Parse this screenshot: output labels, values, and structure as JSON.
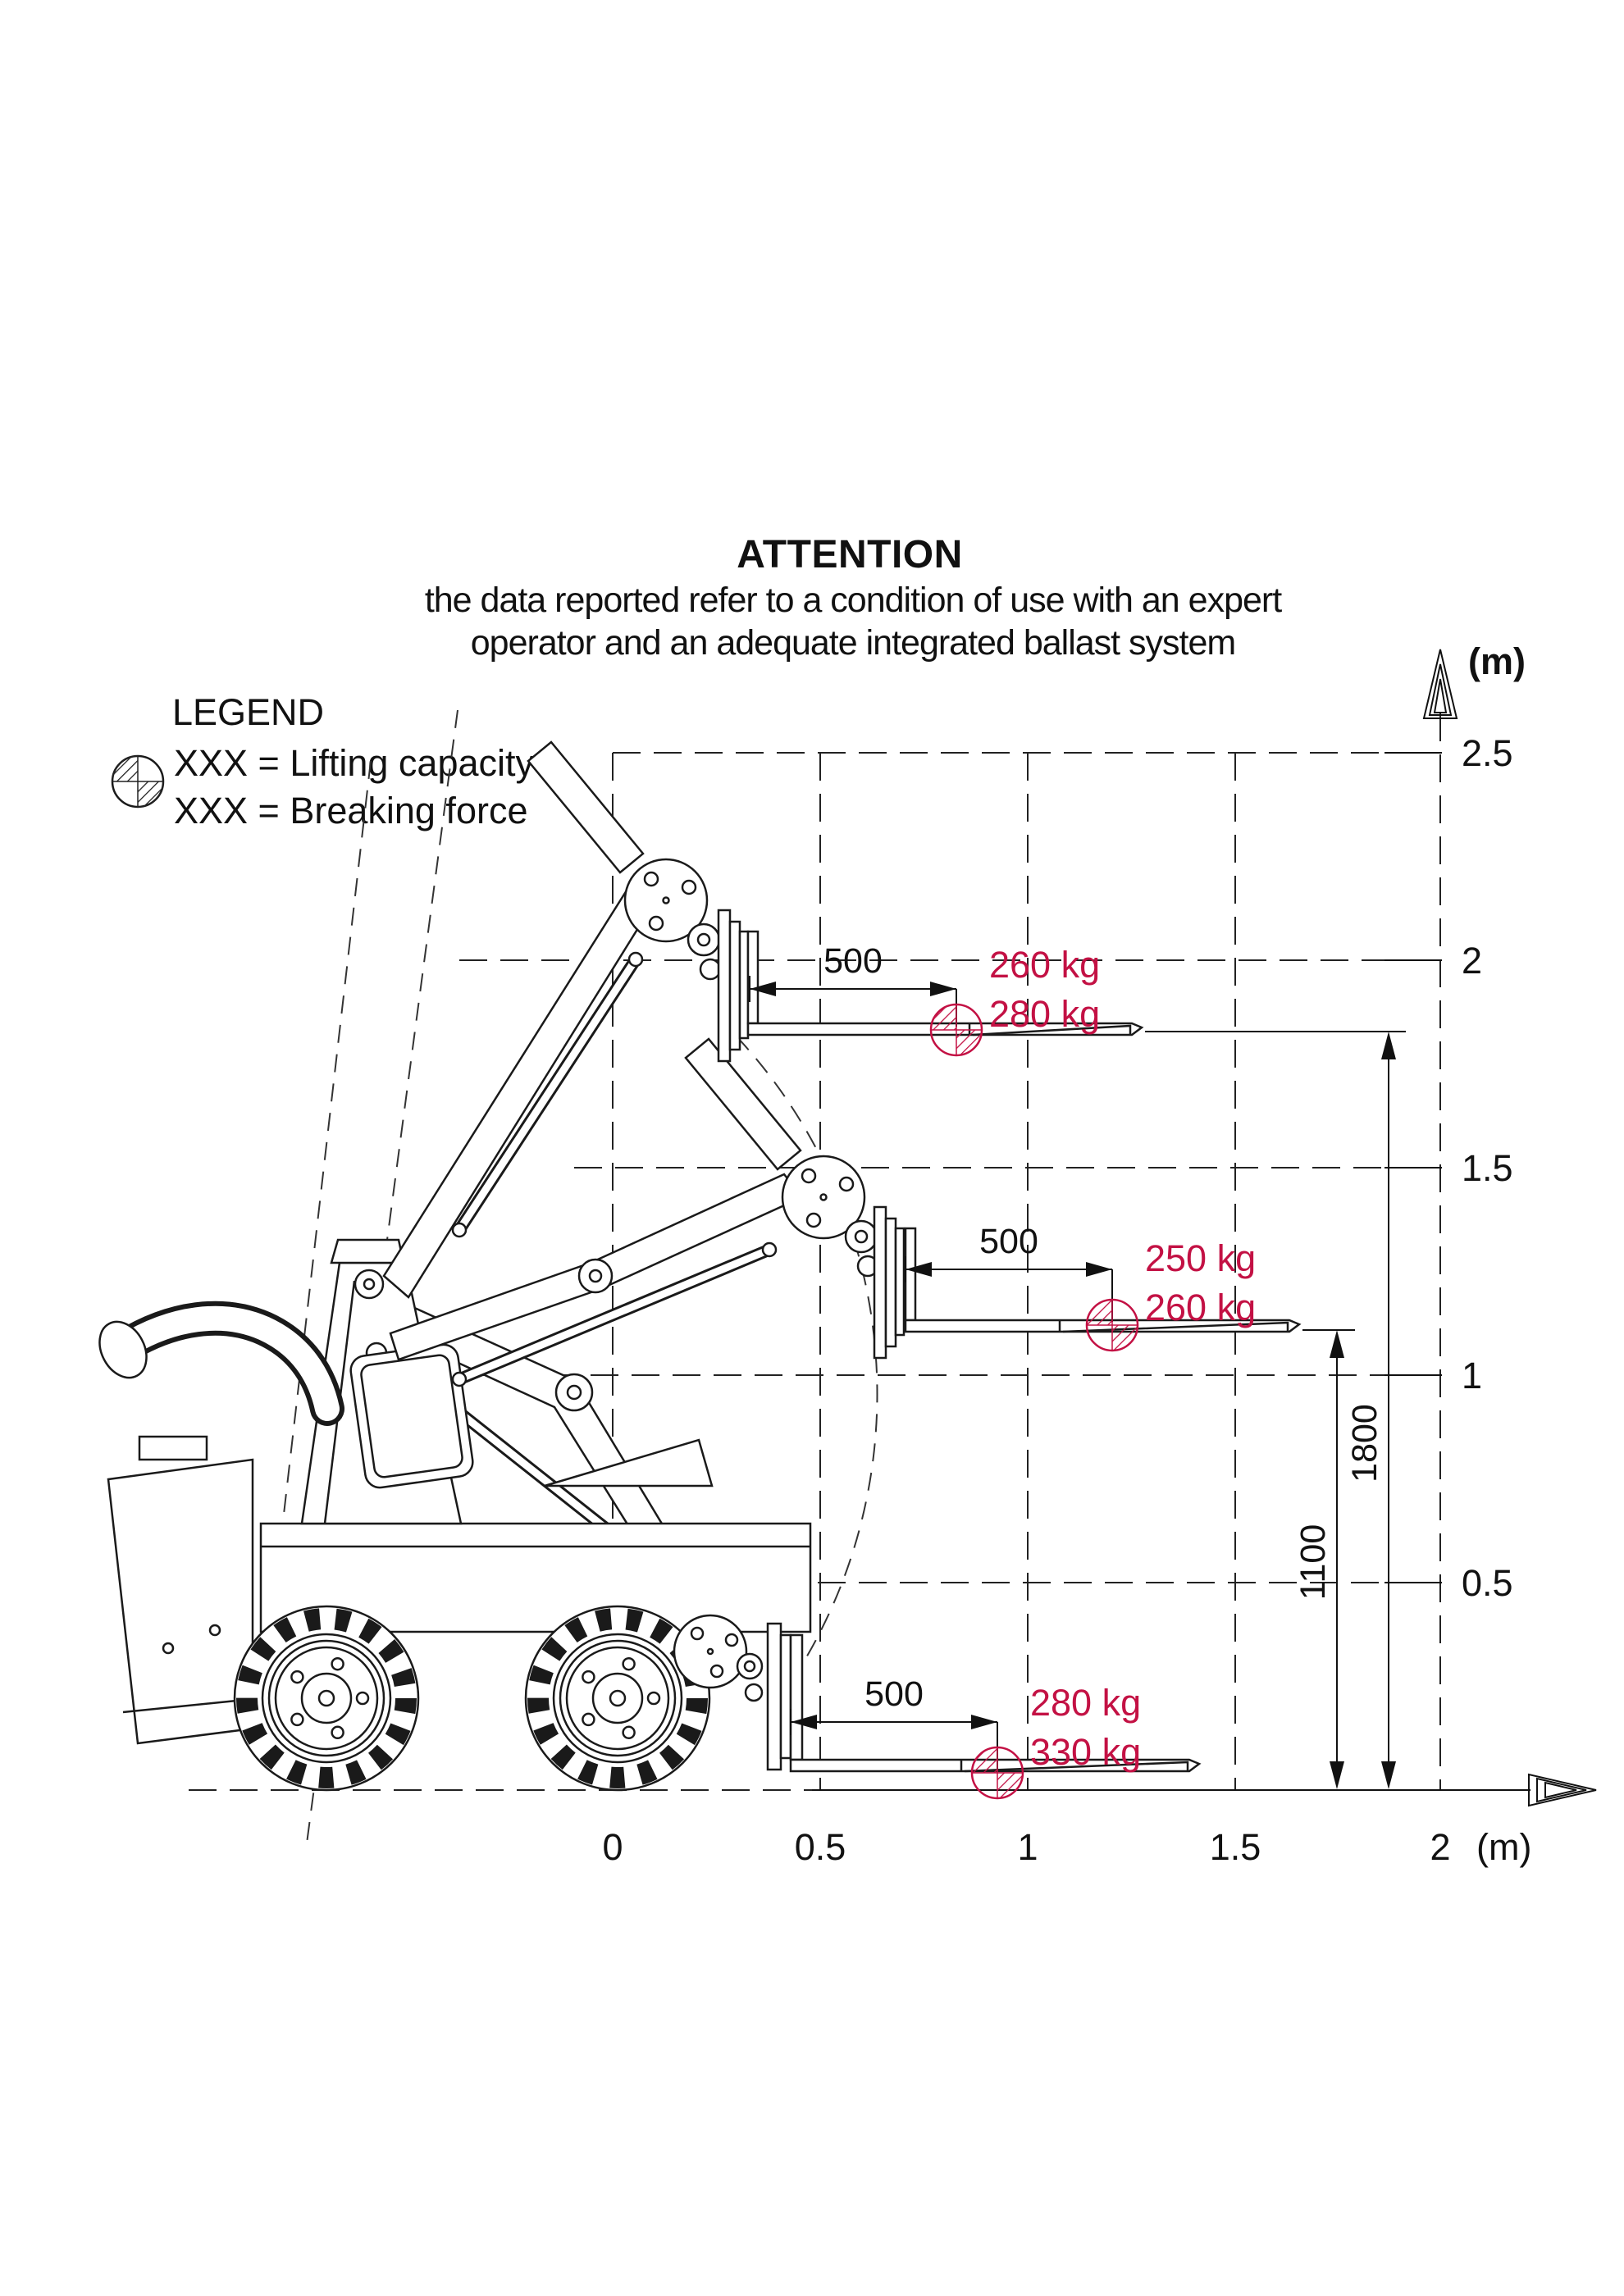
{
  "attention": {
    "heading": "ATTENTION",
    "line1": "the data reported refer to a condition of use with an expert",
    "line2": "operator and an adequate integrated ballast system"
  },
  "legend": {
    "title": "LEGEND",
    "lifting": "XXX = Lifting capacity",
    "braking": "XXX = Breaking force"
  },
  "axes": {
    "y_unit": "(m)",
    "x_unit": "(m)",
    "y_ticks": [
      "2.5",
      "2",
      "1.5",
      "1",
      "0.5"
    ],
    "x_ticks": [
      "0",
      "0.5",
      "1",
      "1.5",
      "2"
    ]
  },
  "height_dims": {
    "overall": "1800",
    "mid": "1100"
  },
  "positions": [
    {
      "name": "high",
      "load_center": "500",
      "lifting": "260 kg",
      "braking": "280 kg"
    },
    {
      "name": "mid",
      "load_center": "500",
      "lifting": "250 kg",
      "braking": "260 kg"
    },
    {
      "name": "low",
      "load_center": "500",
      "lifting": "280 kg",
      "braking": "330 kg"
    }
  ],
  "colors": {
    "accent_red": "#c31144",
    "line": "#1a1a1a"
  },
  "chart_data": {
    "type": "table",
    "title": "Lifting capacity / breaking force load chart with 500 mm load centre",
    "x_axis": {
      "label": "(m)",
      "ticks": [
        0,
        0.5,
        1,
        1.5,
        2
      ]
    },
    "y_axis": {
      "label": "(m)",
      "ticks": [
        0.5,
        1,
        1.5,
        2,
        2.5
      ]
    },
    "load_center_mm": 500,
    "points": [
      {
        "lift_height_mm": 1800,
        "lifting_capacity_kg": 260,
        "breaking_force_kg": 280
      },
      {
        "lift_height_mm": 1100,
        "lifting_capacity_kg": 250,
        "breaking_force_kg": 260
      },
      {
        "lift_height_mm": 0,
        "lifting_capacity_kg": 280,
        "breaking_force_kg": 330
      }
    ],
    "legend_position": "top-left",
    "grid": true
  }
}
